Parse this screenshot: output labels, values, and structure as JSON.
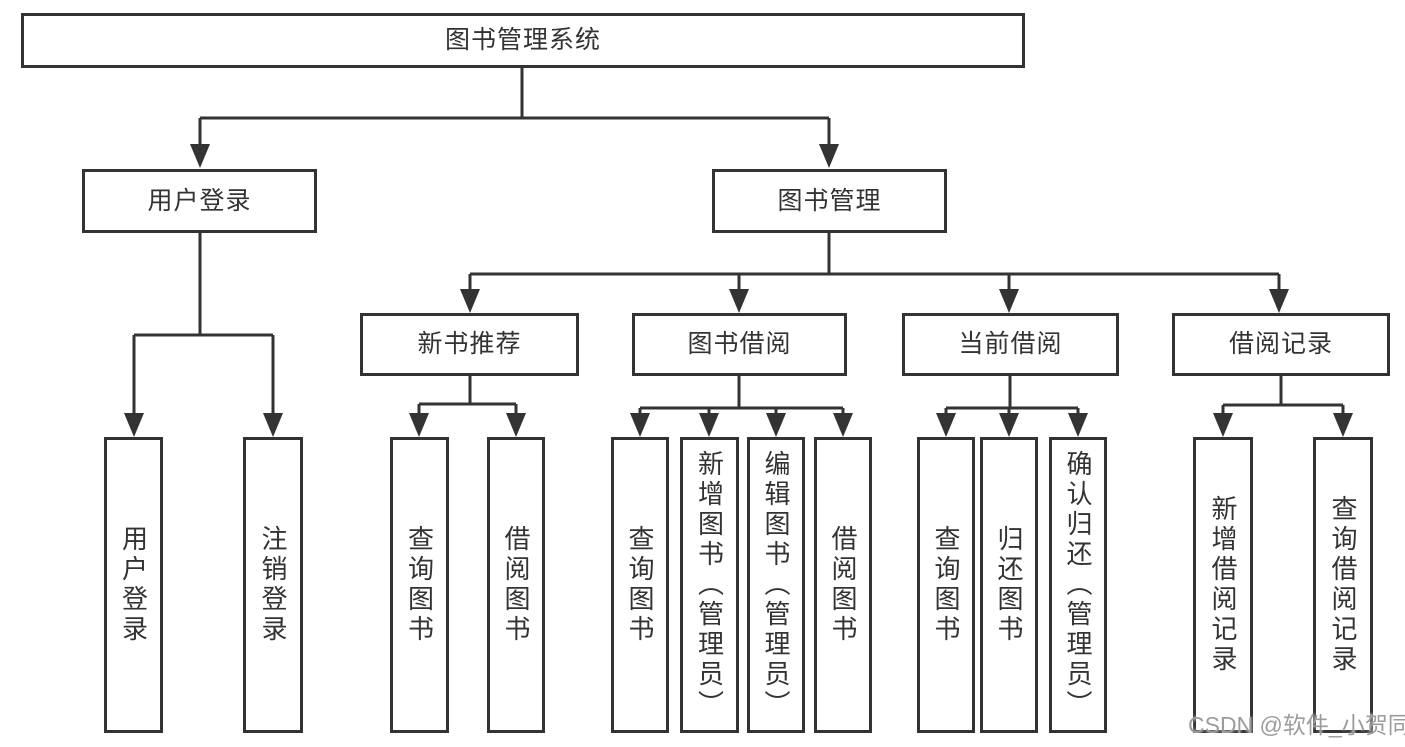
{
  "diagram": {
    "root": {
      "label": "图书管理系统"
    },
    "branches": [
      {
        "label": "用户登录",
        "children": [
          "用户登录",
          "注销登录"
        ]
      },
      {
        "label": "图书管理",
        "modules": [
          {
            "label": "新书推荐",
            "children": [
              "查询图书",
              "借阅图书"
            ]
          },
          {
            "label": "图书借阅",
            "children": [
              "查询图书",
              "新增图书（管理员）",
              "编辑图书（管理员）",
              "借阅图书"
            ]
          },
          {
            "label": "当前借阅",
            "children": [
              "查询图书",
              "归还图书",
              "确认归还（管理员）"
            ]
          },
          {
            "label": "借阅记录",
            "children": [
              "新增借阅记录",
              "查询借阅记录"
            ]
          }
        ]
      }
    ]
  },
  "watermark": {
    "text": "CSDN @软件_小贺同学"
  },
  "colors": {
    "line": "#333333",
    "text": "#333333",
    "background": "#ffffff",
    "watermark": "#9c9c9c"
  }
}
